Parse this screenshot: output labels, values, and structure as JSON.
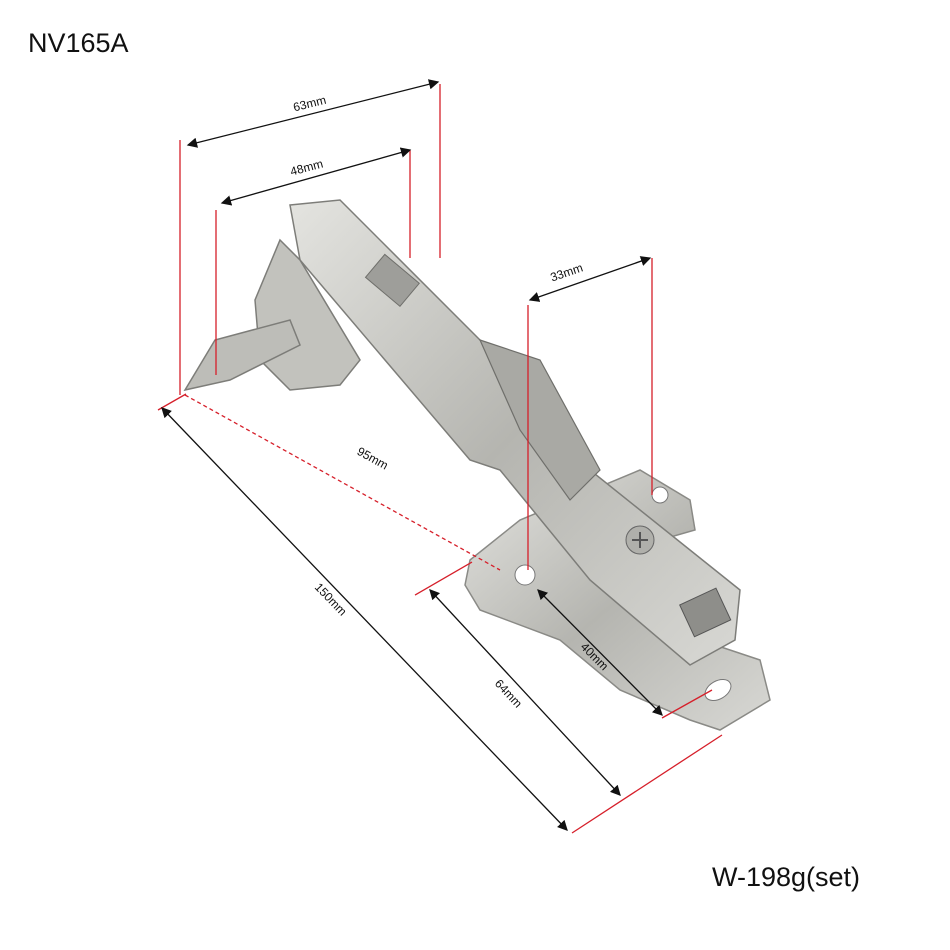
{
  "model": "NV165A",
  "weight": "W-198g(set)",
  "dimensions": {
    "d63": "63mm",
    "d48": "48mm",
    "d33": "33mm",
    "d95": "95mm",
    "d150": "150mm",
    "d64": "64mm",
    "d40": "40mm"
  },
  "colors": {
    "dimension_line": "#111111",
    "reference_line": "#d61f2a",
    "hinge": "#c8c8c4"
  }
}
